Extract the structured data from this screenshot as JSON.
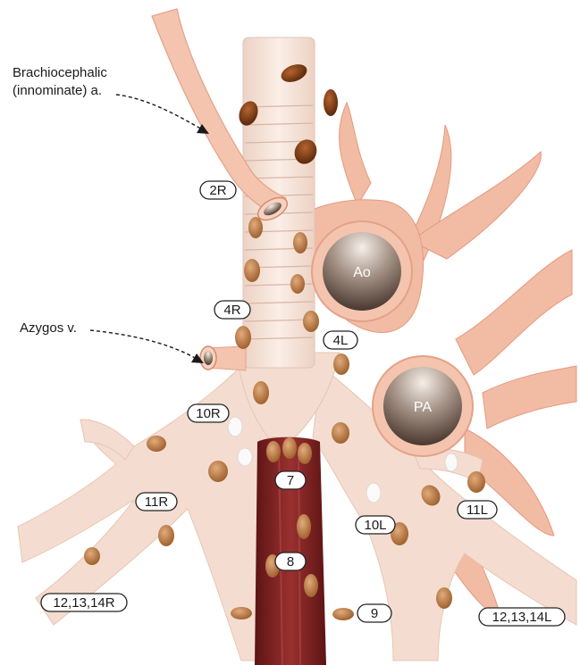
{
  "callouts": {
    "brachiocephalic_line1": "Brachiocephalic",
    "brachiocephalic_line2": "(innominate) a.",
    "azygos": "Azygos v."
  },
  "vessels": {
    "aorta": "Ao",
    "pulmonary_artery": "PA"
  },
  "stations": {
    "s2R": "2R",
    "s4R": "4R",
    "s4L": "4L",
    "s10R": "10R",
    "s10L": "10L",
    "s11R": "11R",
    "s11L": "11L",
    "s7": "7",
    "s8": "8",
    "s9": "9",
    "s12R": "12,13,14R",
    "s12L": "12,13,14L"
  },
  "colors": {
    "airway": "#f6e0d4",
    "vessel": "#f2b8a0",
    "esophagus": "#7a1e1e",
    "lymph_node": "#b97845",
    "dark_node": "#7a3a14"
  }
}
